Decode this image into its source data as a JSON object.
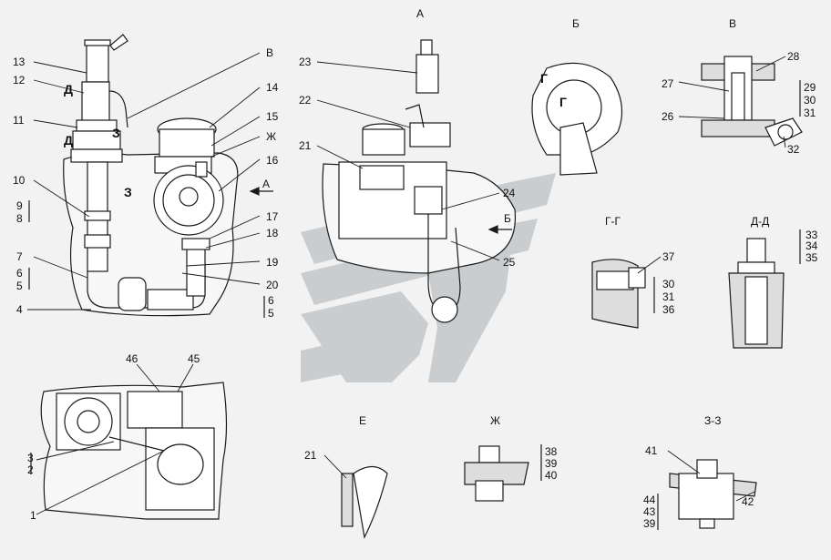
{
  "views": {
    "A": "А",
    "B": "Б",
    "V": "В",
    "GG": "Г-Г",
    "DD": "Д-Д",
    "E": "Е",
    "ZH": "Ж",
    "ZZ": "З-З"
  },
  "markers": {
    "V": "В",
    "D": "Д",
    "Z": "З",
    "ZH": "Ж",
    "A": "А",
    "B": "Б",
    "G": "Г"
  },
  "callouts": {
    "1": "1",
    "2": "2",
    "3": "3",
    "4": "4",
    "5": "5",
    "6": "6",
    "7": "7",
    "8": "8",
    "9": "9",
    "10": "10",
    "11": "11",
    "12": "12",
    "13": "13",
    "14": "14",
    "15": "15",
    "16": "16",
    "17": "17",
    "18": "18",
    "19": "19",
    "20": "20",
    "21": "21",
    "22": "22",
    "23": "23",
    "24": "24",
    "25": "25",
    "26": "26",
    "27": "27",
    "28": "28",
    "29": "29",
    "30": "30",
    "31": "31",
    "32": "32",
    "33": "33",
    "34": "34",
    "35": "35",
    "36": "36",
    "37": "37",
    "38": "38",
    "39": "39",
    "40": "40",
    "41": "41",
    "42": "42",
    "43": "43",
    "44": "44",
    "45": "45",
    "46": "46"
  },
  "colors": {
    "background": "#f2f2f2",
    "ink": "#1a1a1a",
    "panel": "#ffffff",
    "watermark": "#c9cdd0"
  }
}
